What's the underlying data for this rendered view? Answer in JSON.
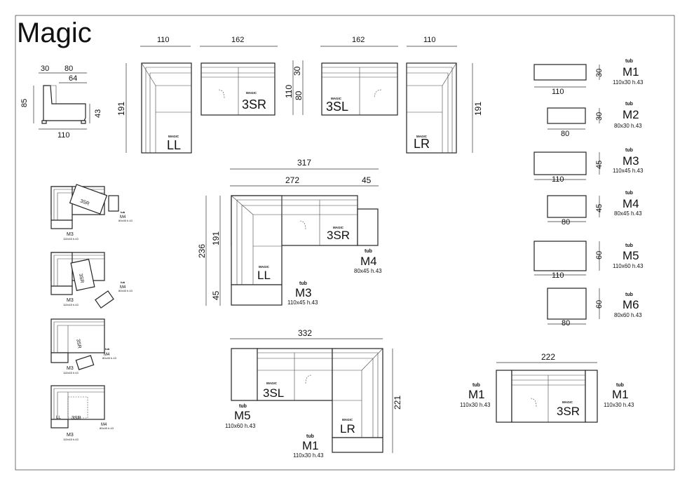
{
  "title": "Magic",
  "side_view": {
    "w1": "30",
    "w2": "80",
    "w3": "64",
    "h_total": "85",
    "h_seat": "43",
    "depth": "110"
  },
  "modules": [
    {
      "code": "LL",
      "brand": "MAGIC",
      "width": "110",
      "depth": "191"
    },
    {
      "code": "3SR",
      "brand": "MAGIC",
      "width": "162",
      "depth_back": "30",
      "depth_seat": "80",
      "depth_total": "110"
    },
    {
      "code": "3SL",
      "brand": "MAGIC",
      "width": "162"
    },
    {
      "code": "LR",
      "brand": "MAGIC",
      "width": "110",
      "depth": "191"
    }
  ],
  "tubs": [
    {
      "tag": "tub",
      "code": "M1",
      "spec": "110x30 h.43",
      "w": "110",
      "h": "30"
    },
    {
      "tag": "tub",
      "code": "M2",
      "spec": "80x30 h.43",
      "w": "80",
      "h": "30"
    },
    {
      "tag": "tub",
      "code": "M3",
      "spec": "110x45 h.43",
      "w": "110",
      "h": "45"
    },
    {
      "tag": "tub",
      "code": "M4",
      "spec": "80x45 h.43",
      "w": "80",
      "h": "45"
    },
    {
      "tag": "tub",
      "code": "M5",
      "spec": "110x60 h.43",
      "w": "110",
      "h": "60"
    },
    {
      "tag": "tub",
      "code": "M6",
      "spec": "80x60 h.43",
      "w": "80",
      "h": "60"
    }
  ],
  "config1": {
    "overall": "317",
    "inner": "272",
    "ext": "45",
    "h_total": "236",
    "h_main": "191",
    "h_ext": "45",
    "mod_a": "LL",
    "mod_b": "3SR",
    "brand": "MAGIC",
    "tub_a": {
      "tag": "tub",
      "code": "M4",
      "spec": "80x45 h.43"
    },
    "tub_b": {
      "tag": "tub",
      "code": "M3",
      "spec": "110x45 h.43"
    }
  },
  "config2": {
    "overall": "332",
    "h_total": "221",
    "mod_a": "3SL",
    "mod_b": "LR",
    "brand": "MAGIC",
    "tub_a": {
      "tag": "tub",
      "code": "M5",
      "spec": "110x60 h.43"
    },
    "tub_b": {
      "tag": "tub",
      "code": "M1",
      "spec": "110x30 h.43"
    }
  },
  "config3": {
    "overall": "222",
    "mod": "3SR",
    "brand": "MAGIC",
    "tub_l": {
      "tag": "tub",
      "code": "M1",
      "spec": "110x30 h.43"
    },
    "tub_r": {
      "tag": "tub",
      "code": "M1",
      "spec": "110x30 h.43"
    }
  },
  "thumbs": [
    {
      "m_a": "M3",
      "spec_a": "110x45 h.43",
      "tag_b": "tub",
      "m_b": "M4",
      "spec_b": "80x45 h.43",
      "label": "3SR"
    },
    {
      "m_a": "M3",
      "spec_a": "110x45 h.43",
      "tag_b": "tub",
      "m_b": "M4",
      "spec_b": "80x45 h.43",
      "label": "3SR"
    },
    {
      "m_a": "M3",
      "spec_a": "110x45 h.43",
      "tag_b": "tub",
      "m_b": "M4",
      "spec_b": "80x45 h.43",
      "label": "3SR"
    },
    {
      "m_a": "M3",
      "spec_a": "110x45 h.43",
      "tag_b": "",
      "m_b": "M4",
      "spec_b": "80x45 h.43",
      "label": "3SR",
      "label2": "LL"
    }
  ]
}
